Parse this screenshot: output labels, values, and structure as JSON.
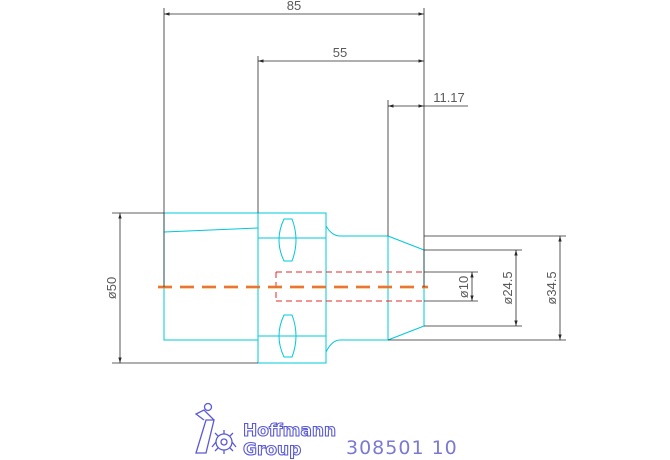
{
  "drawing": {
    "dimensions": {
      "overall_length": "85",
      "shank_length": "55",
      "cone_length": "11.17",
      "dia_body": "ø50",
      "dia_bore": "ø10",
      "dia_small": "ø24.5",
      "dia_large": "ø34.5"
    },
    "colors": {
      "outline": "#00c8d8",
      "dimension": "#2a2a2a",
      "centerline": "#f0a030",
      "hidden": "#e02828",
      "logo": "#5a5ad6",
      "part_number": "#7a7ad0"
    },
    "title_block": {
      "logo_line1": "Hoffmann",
      "logo_line2": "Group",
      "part_number": "308501 10"
    }
  }
}
